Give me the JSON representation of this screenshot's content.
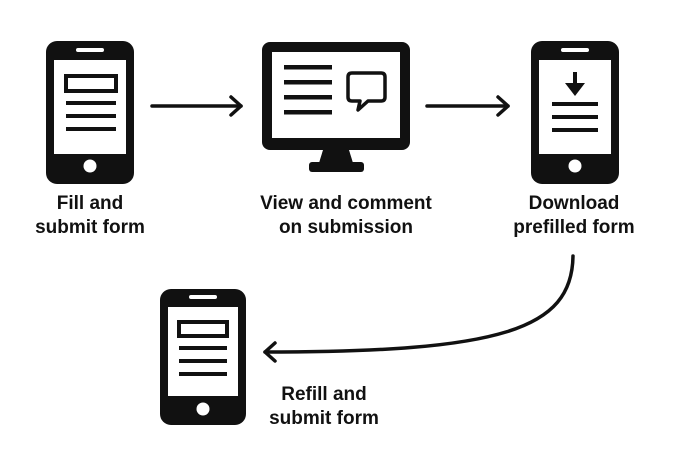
{
  "steps": [
    {
      "line1": "Fill and",
      "line2": "submit form",
      "icon": "phone-form-icon"
    },
    {
      "line1": "View and comment",
      "line2": "on submission",
      "icon": "monitor-comment-icon"
    },
    {
      "line1": "Download",
      "line2": "prefilled form",
      "icon": "phone-download-icon"
    },
    {
      "line1": "Refill and",
      "line2": "submit form",
      "icon": "phone-form-icon"
    }
  ],
  "colors": {
    "ink": "#111111",
    "screen": "#ffffff",
    "background": "#ffffff"
  }
}
